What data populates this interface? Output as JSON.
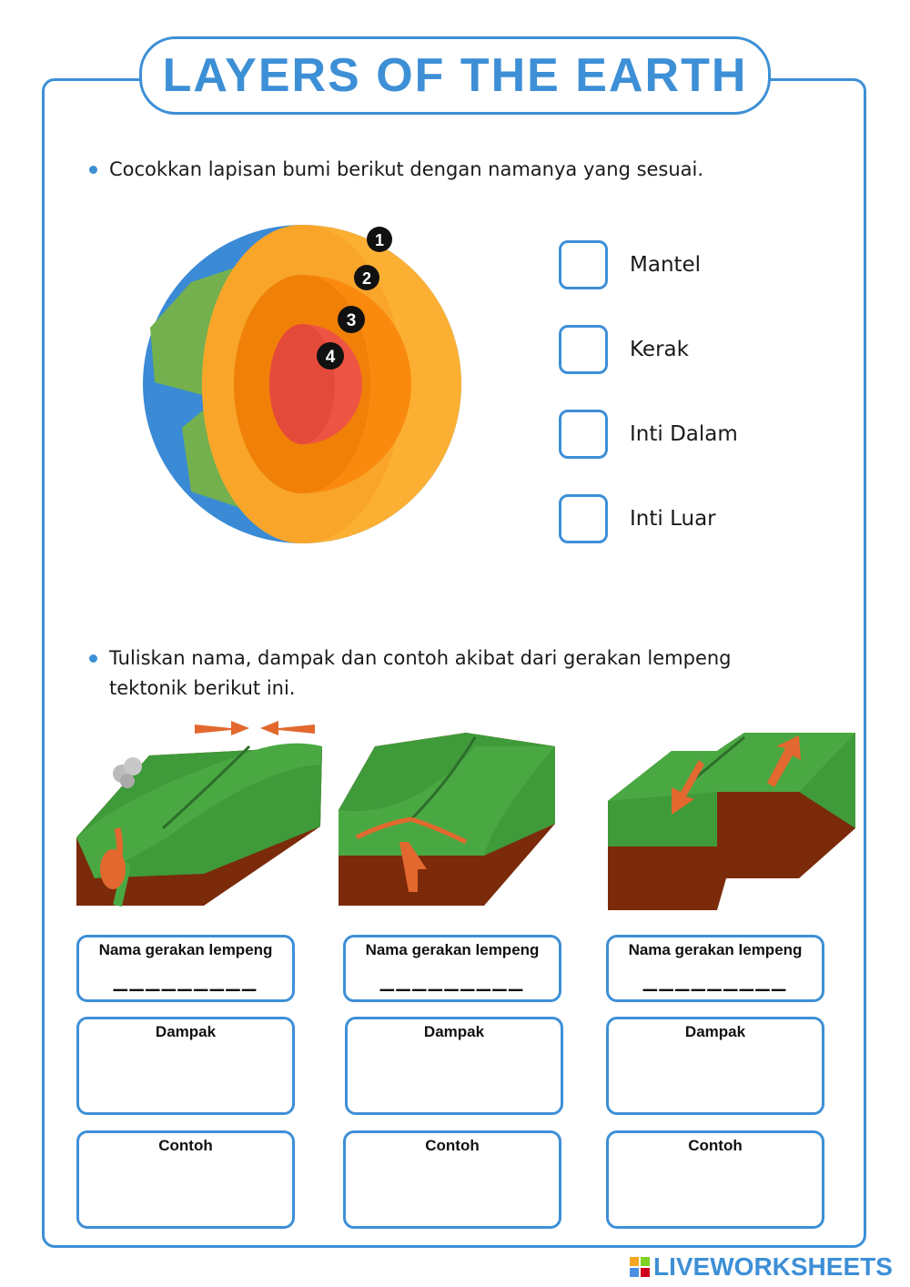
{
  "title": "LAYERS OF THE EARTH",
  "section1": {
    "instruction": "Cocokkan lapisan bumi berikut dengan namanya yang sesuai.",
    "markers": [
      "1",
      "2",
      "3",
      "4"
    ],
    "options": [
      "Mantel",
      "Kerak",
      "Inti Dalam",
      "Inti Luar"
    ]
  },
  "section2": {
    "instruction_line1": "Tuliskan nama, dampak dan contoh akibat dari gerakan lempeng",
    "instruction_line2": "tektonik berikut ini.",
    "box_labels": {
      "name": "Nama gerakan lempeng",
      "impact": "Dampak",
      "example": "Contoh"
    },
    "blank": "_________"
  },
  "colors": {
    "accent": "#3d8fd6",
    "crust": "#fcb033",
    "mantle": "#f98a0d",
    "core": "#ee5443",
    "ocean": "#3a8ad6",
    "land": "#74b04e",
    "plate_green": "#3f9a3a",
    "plate_soil": "#7b2a0a",
    "arrow": "#e2682f"
  },
  "brand": "LIVEWORKSHEETS"
}
